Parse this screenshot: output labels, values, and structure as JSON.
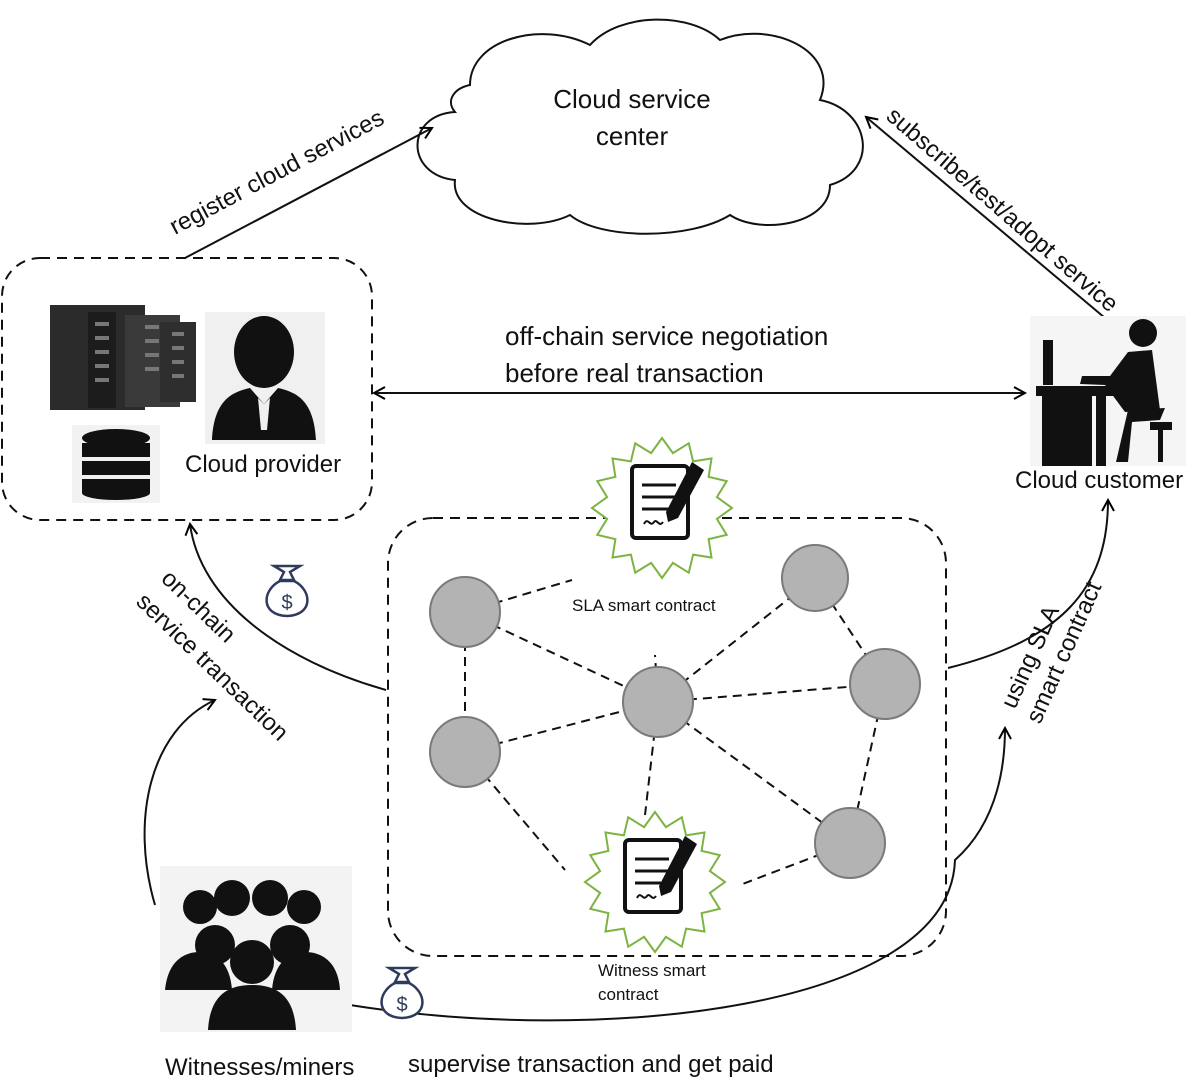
{
  "nodes": {
    "cloud_center": {
      "line1": "Cloud service",
      "line2": "center"
    },
    "cloud_provider": "Cloud provider",
    "cloud_customer": "Cloud customer",
    "witnesses": "Witnesses/miners",
    "sla_contract": "SLA smart contract",
    "witness_contract": {
      "line1": "Witness smart",
      "line2": "contract"
    }
  },
  "edges": {
    "register": "register cloud services",
    "subscribe": "subscribe/test/adopt service",
    "negotiation": {
      "line1": "off-chain service negotiation",
      "line2": "before real transaction"
    },
    "on_chain": {
      "line1": "on-chain",
      "line2": "service transaction"
    },
    "using_sla": {
      "line1": "using SLA",
      "line2": "smart contract"
    },
    "supervise": "supervise transaction and get paid"
  },
  "icons": {
    "payment_icon_1": "money-bag-icon",
    "payment_icon_2": "money-bag-icon",
    "server": "server-rack-icon",
    "database": "database-icon",
    "provider_person": "businessman-icon",
    "customer_person": "person-at-desk-icon",
    "crowd": "crowd-icon",
    "contract": "contract-seal-icon"
  },
  "colors": {
    "seal_green": "#7cb342",
    "node_fill": "#b3b3b3",
    "node_stroke": "#7a7a7a"
  }
}
